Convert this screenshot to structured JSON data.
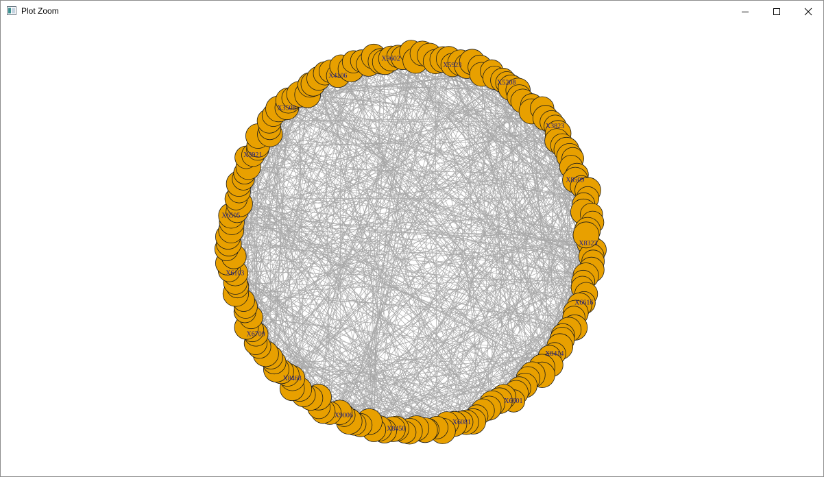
{
  "window": {
    "title": "Plot Zoom",
    "minimize_label": "Minimize",
    "maximize_label": "Maximize",
    "close_label": "Close"
  },
  "colors": {
    "node_fill": "#e8a000",
    "node_stroke": "#1a1a1a",
    "edge": "#a8a8a8",
    "label": "#1a1a8c"
  },
  "plot": {
    "type": "network-circle-layout",
    "visible_labels": [
      "X8323",
      "X6616",
      "X8414",
      "X6601",
      "X6081",
      "X8450",
      "X9006",
      "X8468",
      "X6709",
      "X6103",
      "X6505",
      "X3921",
      "X3508",
      "X4106",
      "X9602",
      "X5923",
      "X5208",
      "X3823",
      "X8509"
    ]
  }
}
